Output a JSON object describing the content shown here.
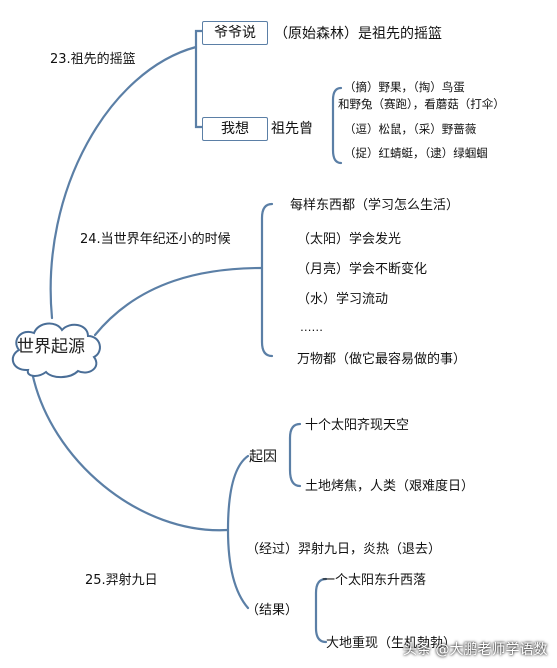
{
  "center": {
    "label": "世界起源"
  },
  "sections": {
    "s23": {
      "title": "23.祖先的摇篮",
      "grandpa_box": "爷爷说",
      "grandpa_text": "（原始森林）是祖先的摇篮",
      "me_box": "我想",
      "me_text": "祖先曾",
      "items": [
        "（摘）野果，（掏）鸟蛋",
        "和野兔（赛跑），看蘑菇（打伞）",
        "（逗）松鼠，（采）野蔷薇",
        "（捉）红蜻蜓，（逮）绿蝈蝈"
      ]
    },
    "s24": {
      "title": "24.当世界年纪还小的时候",
      "items": [
        "每样东西都（学习怎么生活）",
        "（太阳）学会发光",
        "（月亮）学会不断变化",
        "（水）学习流动",
        "……",
        "万物都（做它最容易做的事）"
      ]
    },
    "s25": {
      "title": "25.羿射九日",
      "cause_label": "起因",
      "cause_items": [
        "十个太阳齐现天空",
        "土地烤焦，人类（艰难度日）"
      ],
      "process": "（经过）羿射九日，炎热（退去）",
      "result_label": "（结果）",
      "result_items": [
        "一个太阳东升西落",
        "大地重现（生机勃勃）"
      ]
    }
  },
  "watermark": "头条 @大鹏老师学语数"
}
